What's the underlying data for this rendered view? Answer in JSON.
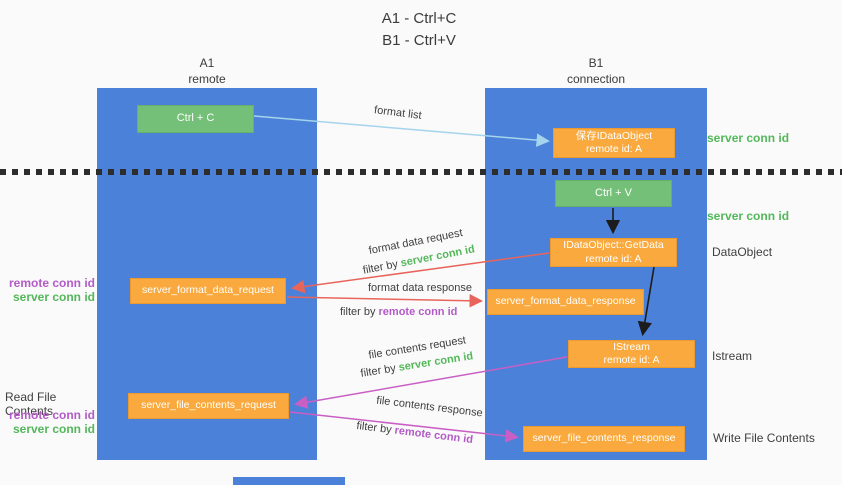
{
  "title": {
    "line1": "A1 - Ctrl+C",
    "line2": "B1 - Ctrl+V"
  },
  "lanes": {
    "left": {
      "name": "A1",
      "subtitle": "remote"
    },
    "right": {
      "name": "B1",
      "subtitle": "connection"
    }
  },
  "nodes": {
    "ctrl_c": {
      "label": "Ctrl + C"
    },
    "save_dataobject": {
      "line1": "保存IDataObject",
      "line2": "remote id: A"
    },
    "ctrl_v": {
      "label": "Ctrl + V"
    },
    "getdata": {
      "line1": "IDataObject::GetData",
      "line2": "remote id: A"
    },
    "format_request": {
      "label": "server_format_data_request"
    },
    "format_response": {
      "label": "server_format_data_response"
    },
    "istream": {
      "line1": "IStream",
      "line2": "remote id: A"
    },
    "file_request": {
      "label": "server_file_contents_request"
    },
    "file_response": {
      "label": "server_file_contents_response"
    }
  },
  "edge_labels": {
    "format_list": "format list",
    "format_data_request": "format data request",
    "format_data_request_filter_prefix": "filter by ",
    "format_data_request_filter_id": "server conn id",
    "format_data_response": "format data response",
    "format_data_response_filter_prefix": "filter by ",
    "format_data_response_filter_id": "remote conn id",
    "file_contents_request": "file contents request",
    "file_contents_request_filter_prefix": "filter by ",
    "file_contents_request_filter_id": "server conn id",
    "file_contents_response": "file contents response",
    "file_contents_response_filter_prefix": "filter by ",
    "file_contents_response_filter_id": "remote conn id"
  },
  "side_labels": {
    "right_server_conn_id_1": "server conn id",
    "right_server_conn_id_2": "server conn id",
    "dataobject": "DataObject",
    "istream": "Istream",
    "write_file_contents": "Write File Contents",
    "left_remote_conn_id_1": "remote conn id",
    "left_server_conn_id_1": "server conn id",
    "read_file_contents": "Read File Contents",
    "left_remote_conn_id_2": "remote conn id",
    "left_server_conn_id_2": "server conn id"
  },
  "colors": {
    "lane_blue": "#4b81d8",
    "node_orange": "#f9a93d",
    "node_green": "#74c078",
    "green_text": "#53b85a",
    "purple_text": "#b35bc6",
    "red_arrow": "#e8655c",
    "purple_arrow": "#c95fc5",
    "light_blue_arrow": "#a5d4ed",
    "black_arrow": "#1c1c1c"
  }
}
